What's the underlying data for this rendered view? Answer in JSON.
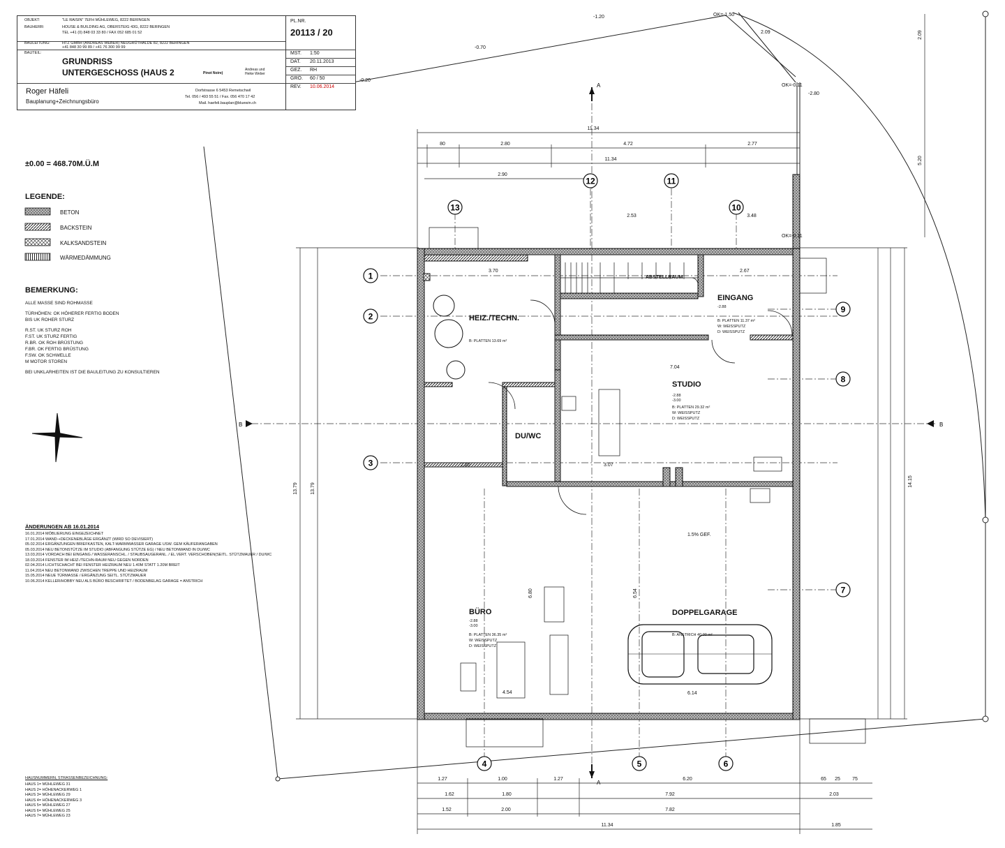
{
  "title_block": {
    "objekt_label": "OBJEKT:",
    "objekt_value": "\"LE RAISIN\"  7EFH  MÜHLEWEG,  8222 BERINGEN",
    "bauherr_label": "BAUHERR:",
    "bauherr_value": "HOUSE & BUILDING AG, OBERSTEIG 43G,  8222 BERINGEN",
    "bauherr_tel": "TEL +41 (0) 848 03 33 80 / FAX 052 685 01 52",
    "bauleitung_label": "BAULEITUNG:",
    "bauleitung_value": "HTZ GMBH (ANDREAS WEBER) NEUGRÜTHALDE 82, 8222 BERINGEN",
    "bauleitung_tel": "+41 848 30 99 89 / +41 76 300 99 99",
    "bauteil_label": "BAUTEIL:",
    "title_line1": "GRUNDRISS",
    "title_line2": "UNTERGESCHOSS (HAUS 2",
    "title_suffix": "Pinot Noire)",
    "owners": "Andreas und Heike Weber",
    "company": "Roger  Häfeli",
    "company_sub": "Bauplanung+Zeichnungsbüro",
    "address": "Dorfstrasse 6     5453 Remetschwil",
    "phone": "Tel. 056 / 493 55 51 / Fax. 056 470 17 42",
    "mail": "Mail.  haefeli.bauplan@bluewin.ch",
    "plnr_label": "PL.NR.",
    "plnr": "20113 / 20",
    "mst_label": "MST.",
    "mst": "1:50",
    "dat_label": "DAT.",
    "dat": "20.11.2013",
    "gez_label": "GEZ.",
    "gez": "RH",
    "gro_label": "GRÖ.",
    "gro": "60 / 50",
    "rev_label": "REV.",
    "rev": "10.06.2014",
    "rev_color": "#cc0000"
  },
  "reference": "±0.00 = 468.70M.Ü.M",
  "legend": {
    "heading": "LEGENDE:",
    "items": [
      "BETON",
      "BACKSTEIN",
      "KALKSANDSTEIN",
      "WÄRMEDÄMMUNG"
    ]
  },
  "remarks": {
    "heading": "BEMERKUNG:",
    "lines": [
      "ALLE MASSE SIND ROHMASSE",
      "TÜRHÖHEN: OK HÖHERER FERTIG BODEN",
      "BIS UK ROHER STURZ",
      "R.ST.    UK STURZ ROH",
      "F.ST.    UK STURZ FERTIG",
      "R.BR.    OK ROH BRÜSTUNG",
      "F.BR.    OK FERTIG BRÜSTUNG",
      "F.SW.    OK SCHWELLE",
      "M          MOTOR STOREN",
      "BEI UNKLARHEITEN IST DIE BAULEITUNG ZU KONSULTIEREN"
    ]
  },
  "changes": {
    "heading": "ÄNDERUNGEN AB 16.01.2014",
    "lines": [
      "16.01.2014  MÖBLIERUNG EINGEZEICHNET",
      "17.01.2014  WAND-+DECKENEBLÄGE ERGÄNZT (WIRD SO DEVISIERT)",
      "05.02.2014  ERGÄNZUNGEN BRIEFKASTEN, KALT-WARMWASSER GARAGE USW. GEM KÄUFERANGABEN",
      "05.03.2014  NEU BETONSTÜTZE IM STUDIO (ABFANGUNG STÜTZE EG) / NEU BETONWAND IN DU/WC",
      "13.03.2014  VORDACH BEI EINGANG / WASSERANSCHL. / STAUBSAUGERANL. / EL.VERT. VERSCHOBEN(SEITL. STÜTZMAUER / DU/WC",
      "18.03.2014  FENSTER IM HEIZ-/TECHN-RAUM NEU GEGEN NORDEN",
      "02.04.2014  LICHTSCHACHT BEI FENSTER HEIZRAUM NEU 1.40M STATT 1.20M BREIT",
      "11.04.2014  NEU BETONWAND ZWISCHEN TREPPE UND HEIZRAUM",
      "15.05.2014  NEUE TÜRMASSE / ERGÄNZUNG SEITL. STÜTZMAUER",
      "10.06.2014  KELLER/HOBBY NEU ALS BÜRO BESCHRIFTET / BODENBELAG GARAGE = ANSTRICH"
    ]
  },
  "house_numbers": {
    "heading": "HAUSNUMMERN, STRASSENBEZEICHNUNG:",
    "lines": [
      "HAUS 1= MÜHLEWEG 31",
      "HAUS 2= HÖHENACKERWEG 1",
      "HAUS 3= MÜHLEWEG 29",
      "HAUS 4= HÖHENACKERWEG 3",
      "HAUS 5= MÜHLEWEG 27",
      "HAUS 6= MÜHLEWEG 25",
      "HAUS 7= MÜHLEWEG 23"
    ]
  },
  "rooms": {
    "heiz": "HEIZ./TECHN.",
    "abstellraum": "ABSTELLRAUM",
    "eingang": "EINGANG",
    "studio": "STUDIO",
    "duwc": "DU/WC",
    "buero": "BÜRO",
    "garage": "DOPPELGARAGE"
  },
  "room_notes": {
    "heiz": "B: PLATTEN 13.69 m²",
    "eingang": "B: PLATTEN 11.37 m²",
    "studio": "B: PLATTEN 29.32 m²",
    "buero": "B: PLATTEN 36.35 m²",
    "garage": "B: ANSTRICH 40.00 m²",
    "level": "-2.88",
    "level2": "-3.00",
    "w_line": "W: WEISSPUTZ",
    "d_line": "D: WEISSPUTZ"
  },
  "section_marks": {
    "a": "A",
    "b": "B"
  },
  "axes": [
    "1",
    "2",
    "3",
    "4",
    "5",
    "6",
    "7",
    "8",
    "9",
    "10",
    "11",
    "12",
    "13"
  ],
  "dims": {
    "top_total": "11.34",
    "top_parts": [
      "80",
      "2.80",
      "4.72",
      "2.77"
    ],
    "top_total2": "11.34",
    "top_290": "2.90",
    "left_total": "13.79",
    "left_total2": "13.79",
    "right_total": "14.15",
    "bottom_a": [
      "1.27",
      "1.00",
      "1.27",
      "6.20"
    ],
    "bottom_b": [
      "1.62",
      "1.80",
      "7.92"
    ],
    "bottom_c": [
      "1.52",
      "2.00",
      "7.82"
    ],
    "bottom_total": "11.34",
    "bottom_right": [
      "65",
      "25",
      "75"
    ],
    "bottom_right2": "2.03",
    "bottom_right3": "1.85",
    "right_520": "5.20",
    "right_209": "2.09",
    "site_m120": "-1.20",
    "site_m070": "-0.70",
    "site_m020": "-0.20",
    "site_ok": "OK=-1.50",
    "site_ok2": "OK=-0.11",
    "site_ok3": "OK=-0.11",
    "site_m280": "-2.80",
    "site_209": "2.09",
    "stair_253": "2.53",
    "stair_348": "3.48",
    "inner_370": "3.70",
    "inner_267": "2.67",
    "inner_704": "7.04",
    "inner_307": "3.07",
    "inner_220": "2.20",
    "inner_654": "6.54",
    "inner_680": "6.80",
    "inner_614": "6.14",
    "inner_454": "4.54",
    "garage_slope": "1.5% GEF."
  }
}
